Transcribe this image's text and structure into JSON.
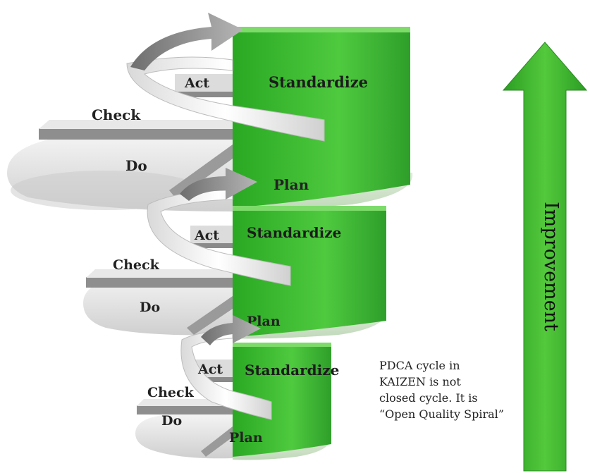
{
  "tiers": [
    {
      "act": "Act",
      "standardize": "Standardize",
      "check": "Check",
      "do": "Do",
      "plan": "Plan"
    },
    {
      "act": "Act",
      "standardize": "Standardize",
      "check": "Check",
      "do": "Do",
      "plan": "Plan"
    },
    {
      "act": "Act",
      "standardize": "Standardize",
      "check": "Check",
      "do": "Do",
      "plan": "Plan"
    }
  ],
  "note": {
    "lines": [
      "PDCA cycle in",
      "KAIZEN is not",
      "closed cycle. It is",
      "“Open Quality Spiral”"
    ]
  },
  "improvement": {
    "label": "Improvement"
  },
  "colors": {
    "standardize_green": "#2fb52a",
    "arrow_green": "#3cb034",
    "disk_gray": "#e6e6e6",
    "arrow_gray": "#8a8a8a"
  }
}
